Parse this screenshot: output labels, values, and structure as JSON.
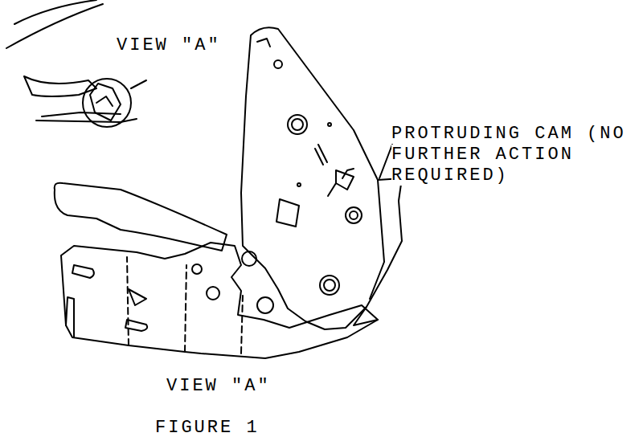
{
  "diagram": {
    "caption": "FIGURE 1",
    "labels": [
      "VIEW \"A\"",
      "PROTRUDING CAM (NO FURTHER ACTION REQUIRED)",
      "VIEW \"A\""
    ]
  }
}
